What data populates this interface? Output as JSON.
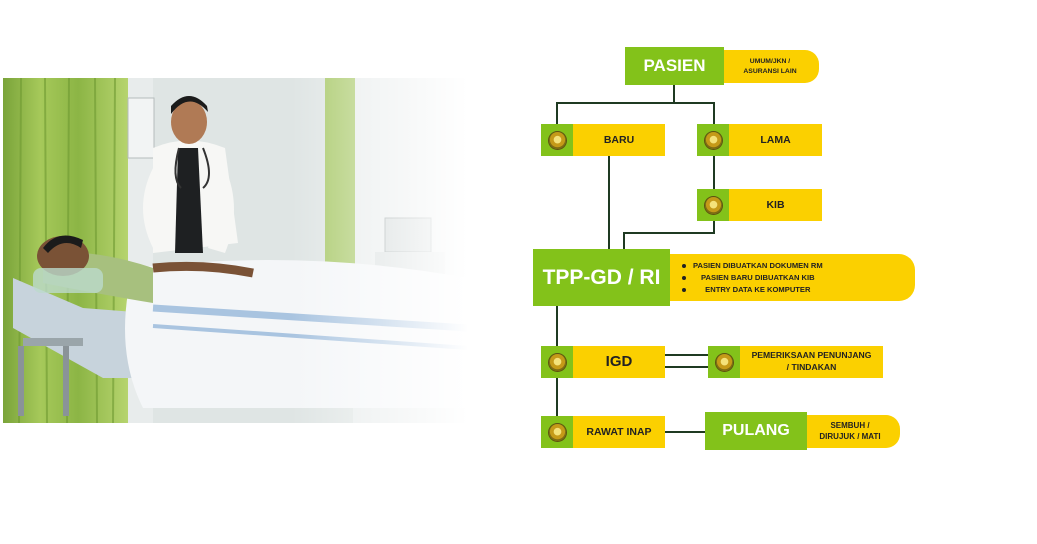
{
  "flow": {
    "pasien": {
      "label": "PASIEN",
      "note_line1": "UMUM/JKN /",
      "note_line2": "ASURANSI LAIN"
    },
    "baru": {
      "label": "BARU"
    },
    "lama": {
      "label": "LAMA"
    },
    "kib": {
      "label": "KIB"
    },
    "tpp": {
      "label": "TPP-GD / RI",
      "notes": [
        "PASIEN DIBUATKAN DOKUMEN RM",
        "PASIEN BARU DIBUATKAN KIB",
        "ENTRY DATA KE KOMPUTER"
      ]
    },
    "igd": {
      "label": "IGD"
    },
    "pemeriksaan": {
      "line1": "PEMERIKSAAN PENUNJANG",
      "line2": "/ TINDAKAN"
    },
    "rawat_inap": {
      "label": "RAWAT INAP"
    },
    "pulang": {
      "label": "PULANG",
      "note_line1": "SEMBUH /",
      "note_line2": "DIRUJUK / MATI"
    }
  },
  "colors": {
    "green": "#83c21a",
    "yellow": "#fbd000",
    "line": "#1f3a22"
  },
  "icons": {
    "node_icon": "hospital-emblem-icon"
  }
}
